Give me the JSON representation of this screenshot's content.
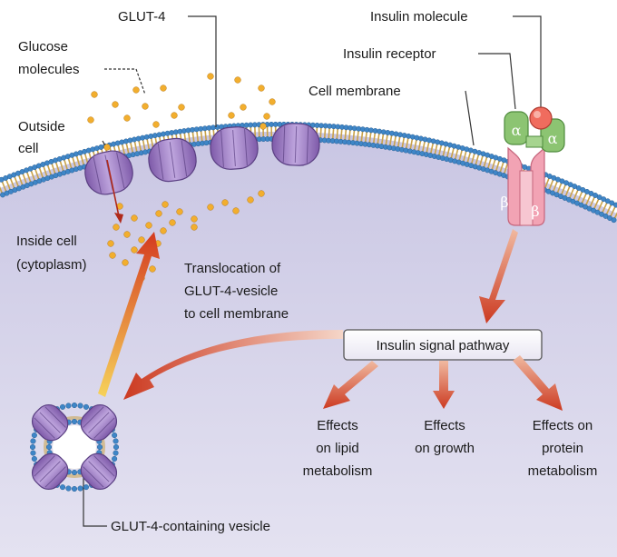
{
  "labels": {
    "glut4": "GLUT-4",
    "glucose_line1": "Glucose",
    "glucose_line2": "molecules",
    "outside_line1": "Outside",
    "outside_line2": "cell",
    "inside_line1": "Inside cell",
    "inside_line2": "(cytoplasm)",
    "insulin_molecule": "Insulin molecule",
    "insulin_receptor": "Insulin receptor",
    "cell_membrane": "Cell membrane",
    "translocation_line1": "Translocation of",
    "translocation_line2": "GLUT-4-vesicle",
    "translocation_line3": "to cell membrane",
    "pathway_box": "Insulin signal pathway",
    "lipid_line1": "Effects",
    "lipid_line2": "on lipid",
    "lipid_line3": "metabolism",
    "growth_line1": "Effects",
    "growth_line2": "on growth",
    "protein_line1": "Effects on",
    "protein_line2": "protein",
    "protein_line3": "metabolism",
    "vesicle": "GLUT-4-containing vesicle",
    "alpha": "α",
    "beta": "β"
  },
  "colors": {
    "cytoplasm": "#d7d5ea",
    "membrane_head": "#3f86c7",
    "membrane_tail": "#c9a24a",
    "glut4": "#9c7cc4",
    "glucose": "#f2ae2e",
    "insulin": "#f06c5e",
    "receptor_alpha": "#8cc472",
    "receptor_beta": "#f2a3b4",
    "arrow_red": "#cf3b22",
    "arrow_yellow": "#f3c64a"
  }
}
